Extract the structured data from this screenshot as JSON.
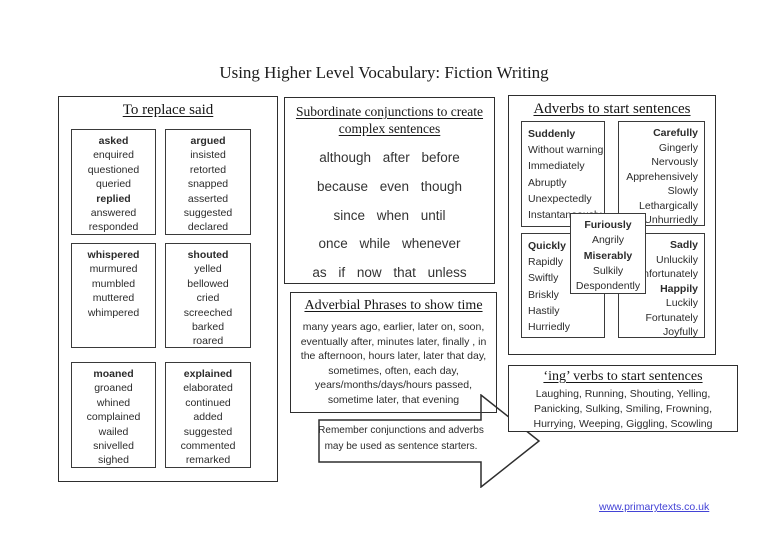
{
  "title": "Using Higher Level Vocabulary: Fiction Writing",
  "replace_said": {
    "heading": "To replace said",
    "groups": [
      {
        "lines": [
          "asked",
          "enquired",
          "questioned",
          "queried",
          "replied",
          "answered",
          "responded"
        ]
      },
      {
        "lines": [
          "argued",
          "insisted",
          "retorted",
          "snapped",
          "asserted",
          "suggested",
          "declared"
        ]
      },
      {
        "lines": [
          "whispered",
          "murmured",
          "mumbled",
          "muttered",
          "whimpered"
        ]
      },
      {
        "lines": [
          "shouted",
          "yelled",
          "bellowed",
          "cried",
          "screeched",
          "barked",
          "roared"
        ]
      },
      {
        "lines": [
          "moaned",
          "groaned",
          "whined",
          "complained",
          "wailed",
          "snivelled",
          "sighed"
        ]
      },
      {
        "lines": [
          "explained",
          "elaborated",
          "continued",
          "added",
          "suggested",
          "commented",
          "remarked"
        ]
      }
    ]
  },
  "conjunctions": {
    "heading_line1": "Subordinate conjunctions to create",
    "heading_line2": "complex sentences",
    "lines": [
      "although after before",
      "because even though",
      "since when until",
      "once while whenever",
      "as if now that unless"
    ]
  },
  "adverbial": {
    "heading": "Adverbial Phrases to show time",
    "body": "many years ago, earlier, later on, soon, eventually  after, minutes later, finally , in the afternoon, hours later, later that day, sometimes, often, each day, years/months/days/hours passed, sometime later, that evening"
  },
  "arrow_note": {
    "line1": "Remember conjunctions and adverbs",
    "line2": "may be used as sentence starters."
  },
  "adverbs": {
    "heading": "Adverbs to start sentences",
    "suddenly": {
      "lines": [
        "Suddenly",
        "Without warning",
        "Immediately",
        "Abruptly",
        "Unexpectedly",
        "Instantaneously"
      ]
    },
    "carefully": {
      "lines": [
        "Carefully",
        "Gingerly",
        "Nervously",
        "Apprehensively",
        "Slowly",
        "Lethargically",
        "Unhurriedly"
      ]
    },
    "quickly": {
      "lines": [
        "Quickly",
        "Rapidly",
        "Swiftly",
        "Briskly",
        "Hastily",
        "Hurriedly"
      ]
    },
    "sadly": {
      "lines": [
        "Sadly",
        "Unluckily",
        "Unfortunately",
        "Happily",
        "Luckily",
        "Fortunately",
        "Joyfully"
      ]
    },
    "furiously": {
      "lines": [
        "Furiously",
        "Angrily",
        "Miserably",
        "Sulkily",
        "Despondently"
      ]
    }
  },
  "ing_verbs": {
    "heading": "‘ing’ verbs to start sentences",
    "body": "Laughing, Running, Shouting, Yelling, Panicking, Sulking, Smiling, Frowning, Hurrying, Weeping, Giggling, Scowling"
  },
  "footer_link": "www.primarytexts.co.uk",
  "colors": {
    "border": "#2e2e2e",
    "text": "#2b2b2b",
    "link": "#4343d6"
  }
}
